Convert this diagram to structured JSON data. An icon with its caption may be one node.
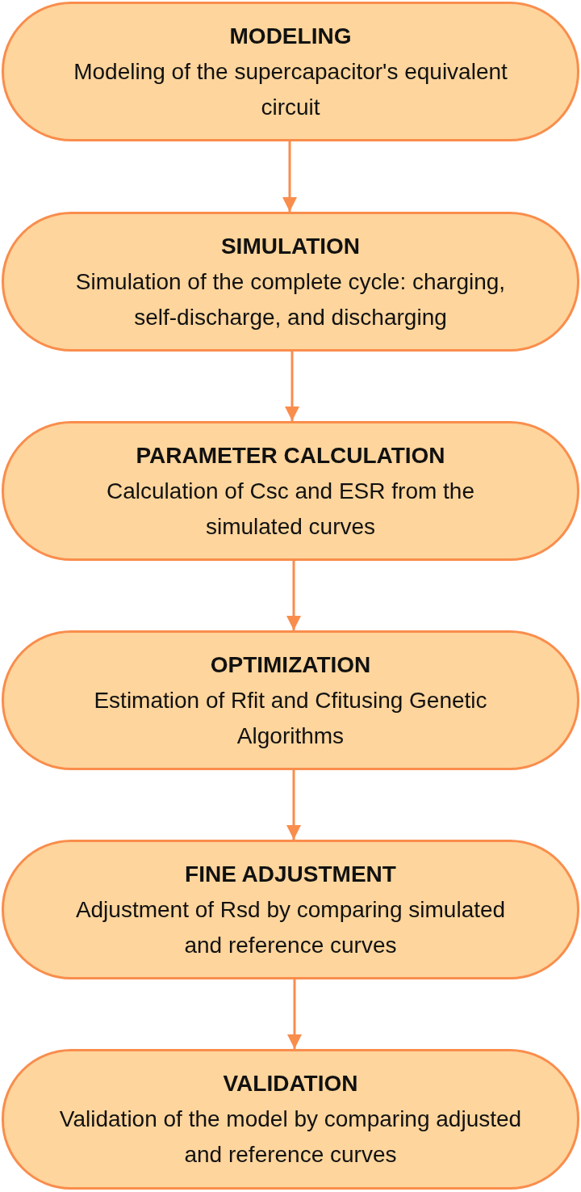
{
  "diagram": {
    "nodes": [
      {
        "text": [
          "MODELING",
          "Modeling of the supercapacitor's equivalent circuit"
        ]
      },
      {
        "text": [
          "SIMULATION",
          "Simulation of the complete cycle: charging, self-discharge, and discharging"
        ]
      },
      {
        "text": [
          "PARAMETER CALCULATION",
          "Calculation of Csc and ESR from the simulated curves"
        ]
      },
      {
        "text": [
          "OPTIMIZATION",
          "Estimation of Rfit and Cfitusing Genetic Algorithms"
        ]
      },
      {
        "text": [
          "FINE ADJUSTMENT",
          "Adjustment of Rsd by comparing simulated and reference curves"
        ]
      },
      {
        "text": [
          "VALIDATION",
          "Validation of the model by comparing adjusted and reference curves"
        ]
      }
    ],
    "edges": [
      {
        "from": 0,
        "to": 1,
        "arrow": "to"
      },
      {
        "from": 1,
        "to": 2,
        "arrow": "to"
      },
      {
        "from": 2,
        "to": 3,
        "arrow": "to"
      },
      {
        "from": 3,
        "to": 4,
        "arrow": "to"
      },
      {
        "from": 4,
        "to": 5,
        "arrow": "to"
      }
    ]
  }
}
